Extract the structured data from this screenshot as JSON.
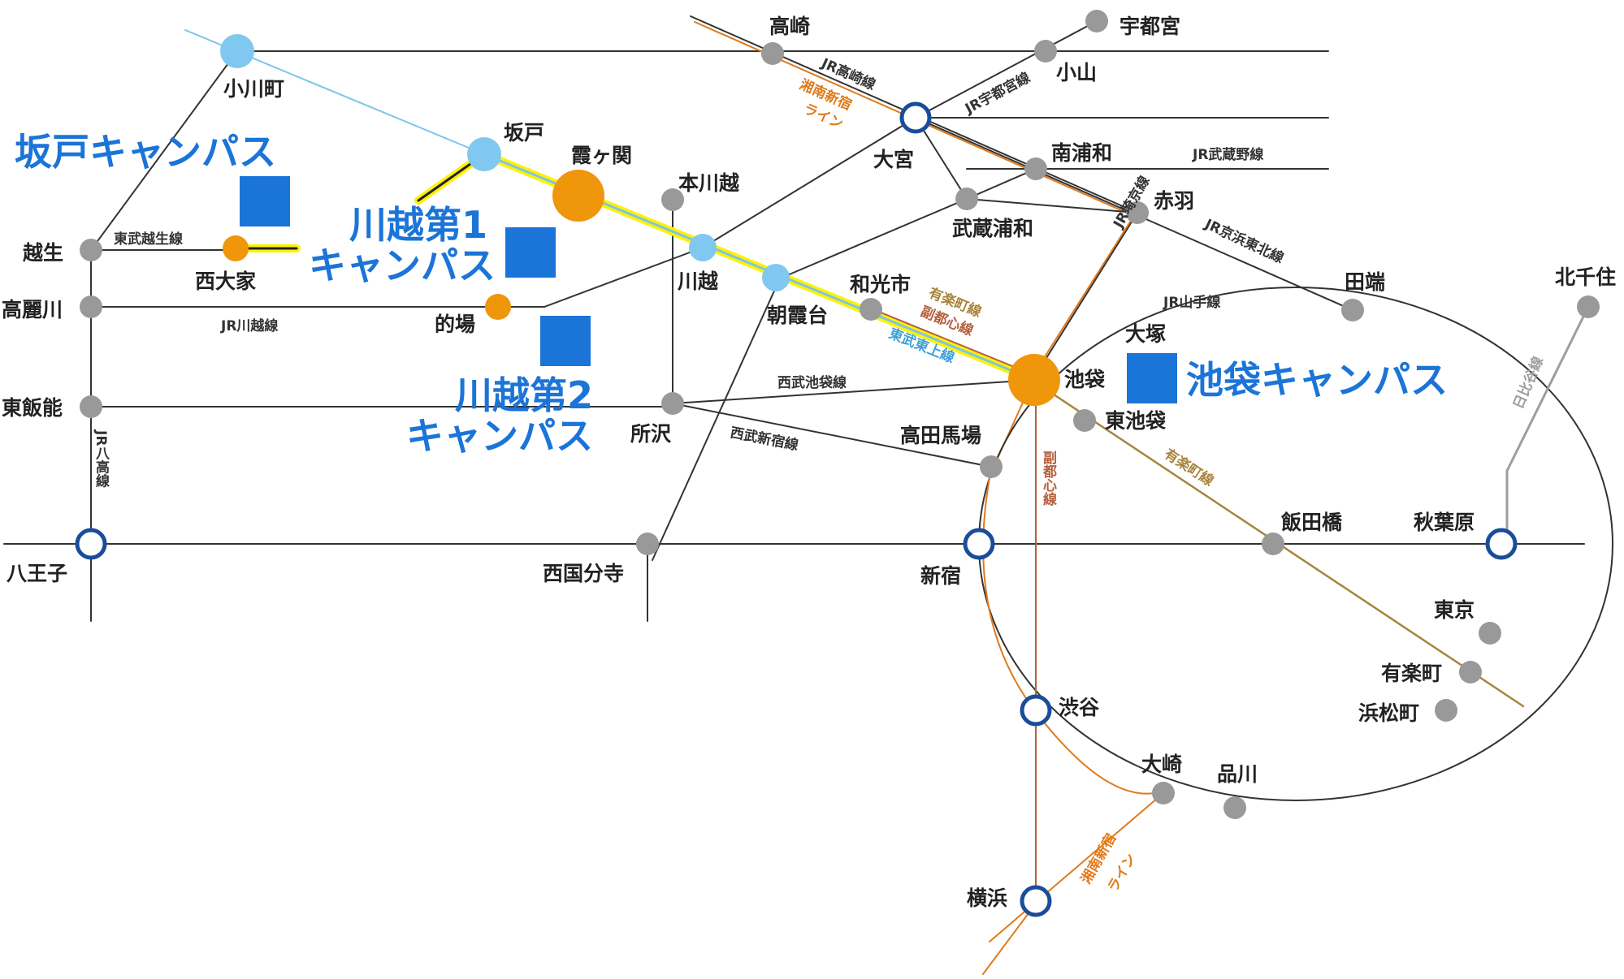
{
  "colors": {
    "jr_line": "#333333",
    "shonan": "#e07a1a",
    "tobu_tojo": "#7cc4ea",
    "highlight": "#fff200",
    "yurakucho": "#a8843c",
    "fukutoshin": "#b5603e",
    "hibiya": "#9e9e9e",
    "campus": "#1b74d8",
    "station_gray": "#999999",
    "station_orange": "#f0960a",
    "station_blue": "#80c8f0",
    "hub_ring": "#1a4d99"
  },
  "campuses": {
    "sakado": "坂戸キャンパス",
    "kawagoe1_line1": "川越第1",
    "kawagoe1_line2": "キャンパス",
    "kawagoe2_line1": "川越第2",
    "kawagoe2_line2": "キャンパス",
    "ikebukuro": "池袋キャンパス"
  },
  "stations": {
    "takasaki": "高崎",
    "utsunomiya": "宇都宮",
    "oyama": "小山",
    "ogawamachi": "小川町",
    "sakado": "坂戸",
    "kasumigaseki": "霞ヶ関",
    "honkawagoe": "本川越",
    "omiya": "大宮",
    "minamiurawa": "南浦和",
    "musashiurawa": "武蔵浦和",
    "akabane": "赤羽",
    "oppe": "越生",
    "nishiooya": "西大家",
    "koma": "高麗川",
    "kawagoe": "川越",
    "asakadai": "朝霞台",
    "wakoshi": "和光市",
    "matoba": "的場",
    "tabata": "田端",
    "kitasenju": "北千住",
    "otsuka": "大塚",
    "higashihanno": "東飯能",
    "ikebukuro": "池袋",
    "higashiikebukuro": "東池袋",
    "tokorozawa": "所沢",
    "takadanobaba": "高田馬場",
    "hachioji": "八王子",
    "nishikokubunji": "西国分寺",
    "shinjuku": "新宿",
    "iidabashi": "飯田橋",
    "akihabara": "秋葉原",
    "tokyo": "東京",
    "yurakucho": "有楽町",
    "hamamatsucho": "浜松町",
    "shibuya": "渋谷",
    "osaki": "大崎",
    "shinagawa": "品川",
    "yokohama": "横浜"
  },
  "lines": {
    "jr_takasaki": "JR高崎線",
    "shonan_top_1": "湘南新宿",
    "shonan_top_2": "ライン",
    "jr_utsunomiya": "JR宇都宮線",
    "jr_musashino": "JR武蔵野線",
    "tobu_ogose": "東武越生線",
    "jr_saikyo": "JR埼京線",
    "jr_keihin": "JR京浜東北線",
    "jr_yamanote": "JR山手線",
    "jr_kawagoe": "JR川越線",
    "yurakucho_1": "有楽町線",
    "fukutoshin_1": "副都心線",
    "tobu_tojo": "東武東上線",
    "seibu_ikebukuro": "西武池袋線",
    "seibu_shinjuku": "西武新宿線",
    "jr_hachiko": "JR八高線",
    "hibiya": "日比谷線",
    "yurakucho_2": "有楽町線",
    "fukutoshin_2": "副都心線",
    "shonan_bottom_1": "湘南新宿",
    "shonan_bottom_2": "ライン"
  }
}
